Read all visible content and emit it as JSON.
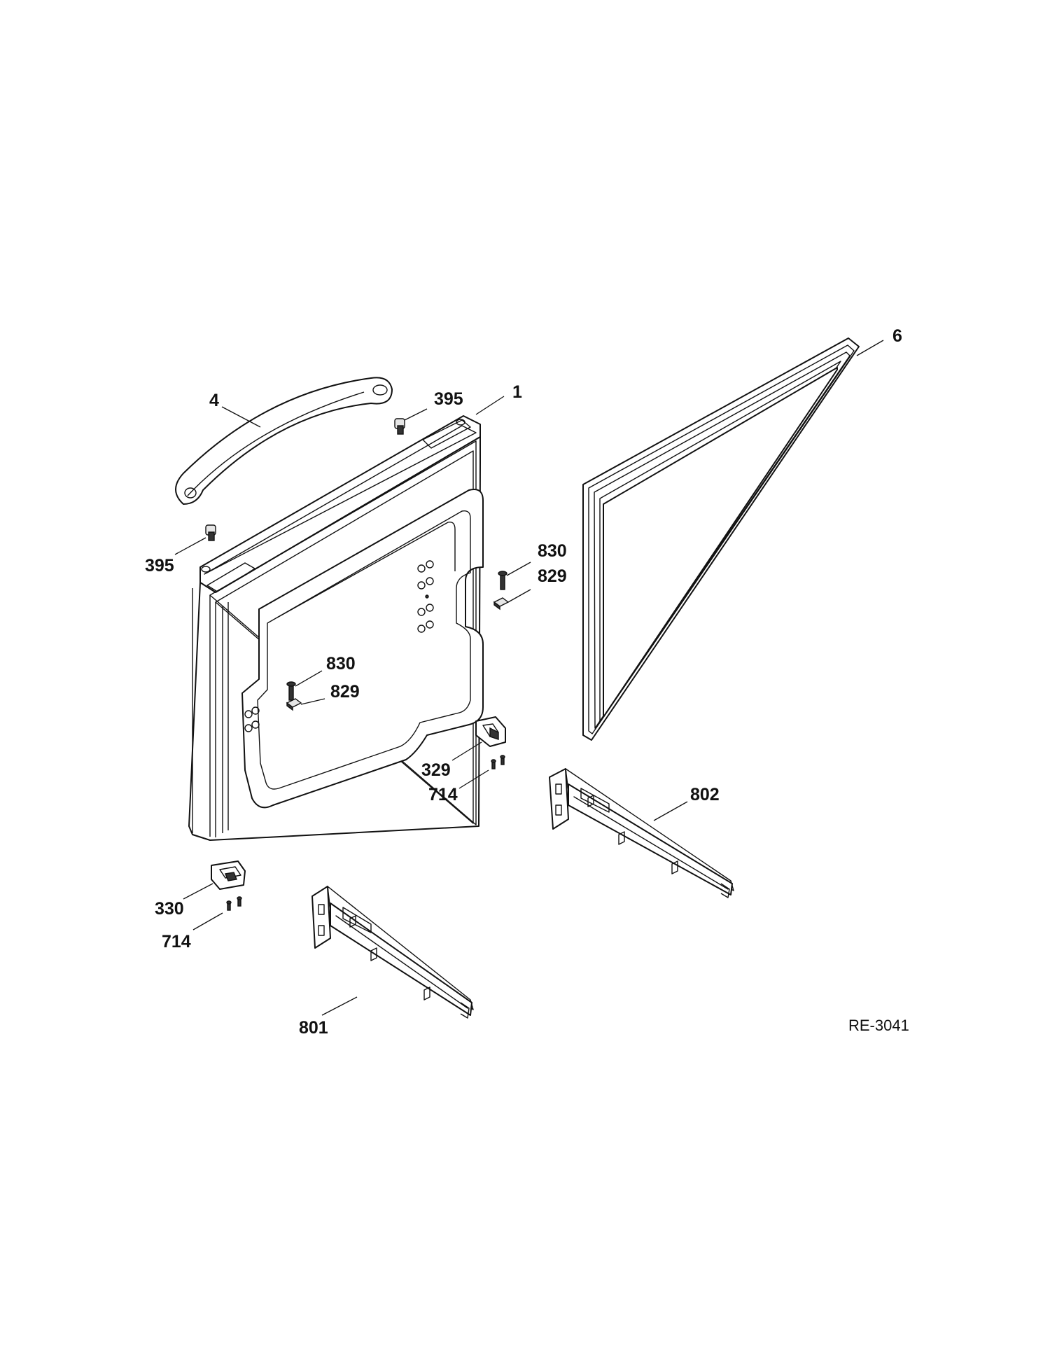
{
  "diagram": {
    "figure_id": "RE-3041",
    "callouts": {
      "c4": "4",
      "c395_top": "395",
      "c1": "1",
      "c6": "6",
      "c395_left": "395",
      "c830_right": "830",
      "c829_right": "829",
      "c830_center": "830",
      "c829_center": "829",
      "c329": "329",
      "c714_right": "714",
      "c802": "802",
      "c330": "330",
      "c714_left": "714",
      "c801": "801"
    }
  }
}
